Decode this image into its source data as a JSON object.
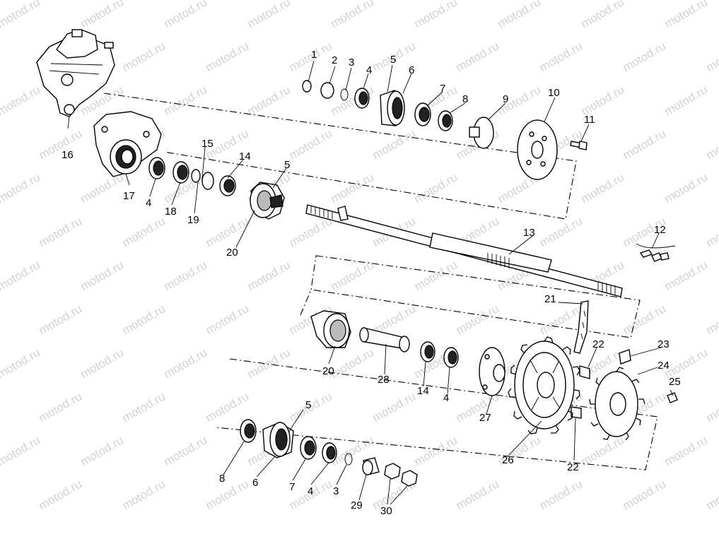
{
  "watermark": "motod.ru",
  "callouts": {
    "c1": "1",
    "c2": "2",
    "c3": "3",
    "c4a": "4",
    "c5a": "5",
    "c6a": "6",
    "c7a": "7",
    "c8a": "8",
    "c9": "9",
    "c10": "10",
    "c11": "11",
    "c12": "12",
    "c13": "13",
    "c14a": "14",
    "c15": "15",
    "c16": "16",
    "c17": "17",
    "c4b": "4",
    "c18": "18",
    "c19": "19",
    "c5b": "5",
    "c20a": "20",
    "c21": "21",
    "c22a": "22",
    "c23": "23",
    "c24": "24",
    "c25": "25",
    "c20b": "20",
    "c28": "28",
    "c14b": "14",
    "c4c": "4",
    "c27": "27",
    "c26": "26",
    "c22b": "22",
    "c5c": "5",
    "c8b": "8",
    "c6b": "6",
    "c7b": "7",
    "c4d": "4",
    "c3b": "3",
    "c29": "29",
    "c30": "30"
  }
}
